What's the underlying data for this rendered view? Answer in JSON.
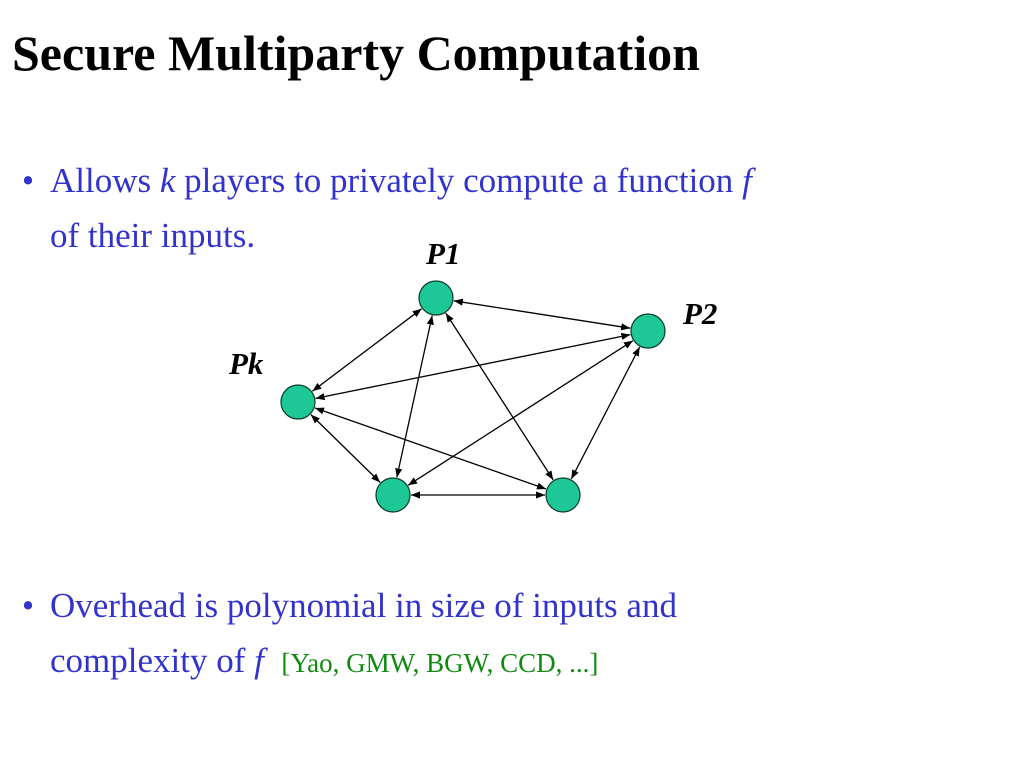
{
  "slide": {
    "title": "Secure Multiparty Computation"
  },
  "bullets": [
    {
      "symbol": "•",
      "line1_pre": "Allows ",
      "line1_var": "k",
      "line1_mid": " players to privately compute a function ",
      "line1_var2": "f",
      "line2": "of their inputs."
    },
    {
      "symbol": "•",
      "line1": "Overhead is polynomial in size of inputs and",
      "line2_pre": "complexity of ",
      "line2_var": "f",
      "citation": "[Yao, GMW, BGW, CCD, ...]"
    }
  ],
  "diagram": {
    "node_color": "#1dc796",
    "edge_color": "#000000",
    "labels": {
      "p1": "P1",
      "p2": "P2",
      "pk": "Pk"
    }
  }
}
